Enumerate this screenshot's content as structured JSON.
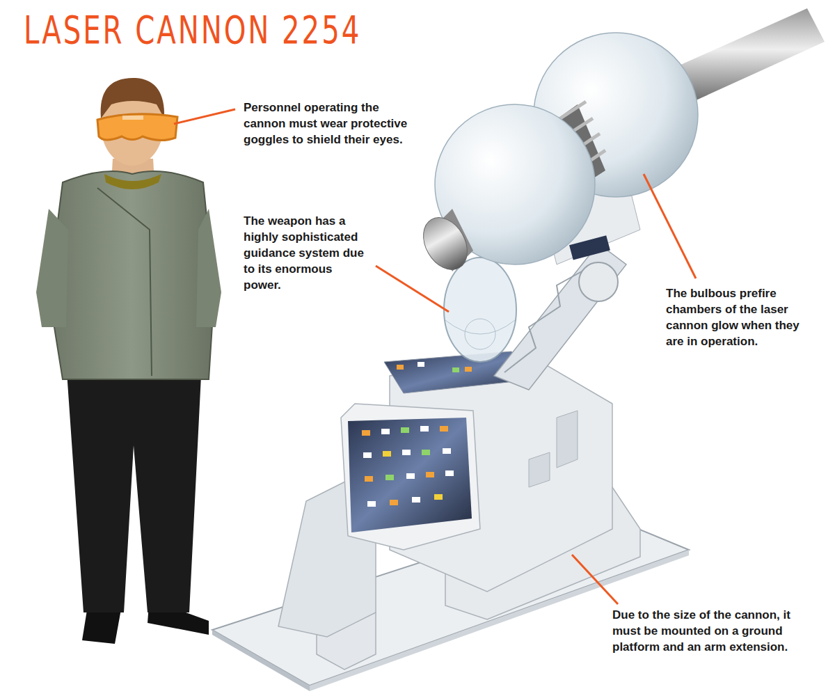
{
  "diagram": {
    "title": "LASER CANNON 2254",
    "labels": [
      "Personnel operating the cannon must wear protective goggles to shield their eyes.",
      "The weapon has a highly sophisticated guidance system due to its enormous power.",
      "The bulbous prefire chambers of the laser cannon glow when they are in operation.",
      "Due to the size of the cannon, it must be mounted on a ground platform and an arm extension."
    ]
  }
}
